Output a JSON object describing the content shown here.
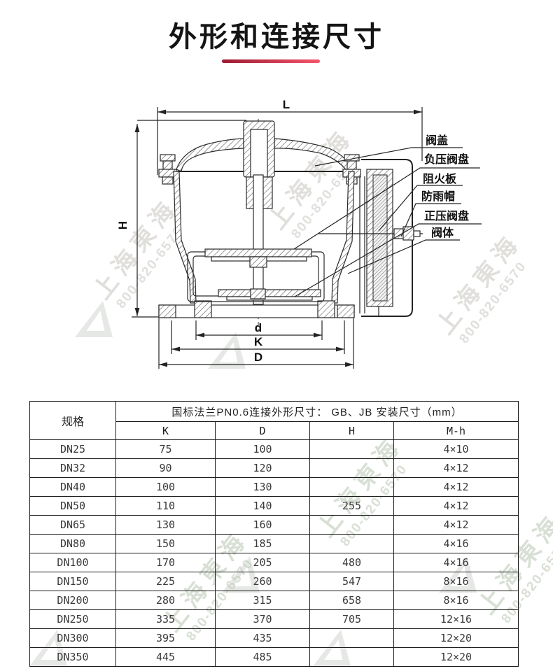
{
  "page": {
    "title": "外形和连接尺寸"
  },
  "accent": {
    "underline_gradient_left": "#9c1a31",
    "underline_gradient_right": "#f4566c"
  },
  "watermark": {
    "company": "上海東海",
    "phone": "800-820-6570"
  },
  "diagram": {
    "dims": {
      "L": "L",
      "H": "H",
      "d": "d",
      "K": "K",
      "D": "D"
    },
    "parts": [
      "阀盖",
      "负压阀盘",
      "阻火板",
      "防雨帽",
      "正压阀盘",
      "阀体"
    ]
  },
  "table": {
    "spec_header": "规格",
    "group_header": "国标法兰PN0.6连接外形尺寸：  GB、JB 安装尺寸（mm）",
    "columns": [
      "K",
      "D",
      "H",
      "M-h"
    ],
    "rows": [
      {
        "spec": "DN25",
        "K": "75",
        "D": "100",
        "H": "",
        "Mh": "4×10"
      },
      {
        "spec": "DN32",
        "K": "90",
        "D": "120",
        "H": "",
        "Mh": "4×12"
      },
      {
        "spec": "DN40",
        "K": "100",
        "D": "130",
        "H": "",
        "Mh": "4×12"
      },
      {
        "spec": "DN50",
        "K": "110",
        "D": "140",
        "H": "255",
        "Mh": "4×12"
      },
      {
        "spec": "DN65",
        "K": "130",
        "D": "160",
        "H": "",
        "Mh": "4×12"
      },
      {
        "spec": "DN80",
        "K": "150",
        "D": "185",
        "H": "",
        "Mh": "4×16"
      },
      {
        "spec": "DN100",
        "K": "170",
        "D": "205",
        "H": "480",
        "Mh": "4×16"
      },
      {
        "spec": "DN150",
        "K": "225",
        "D": "260",
        "H": "547",
        "Mh": "8×16"
      },
      {
        "spec": "DN200",
        "K": "280",
        "D": "315",
        "H": "658",
        "Mh": "8×16"
      },
      {
        "spec": "DN250",
        "K": "335",
        "D": "370",
        "H": "705",
        "Mh": "12×16"
      },
      {
        "spec": "DN300",
        "K": "395",
        "D": "435",
        "H": "",
        "Mh": "12×20"
      },
      {
        "spec": "DN350",
        "K": "445",
        "D": "485",
        "H": "",
        "Mh": "12×20"
      }
    ]
  }
}
